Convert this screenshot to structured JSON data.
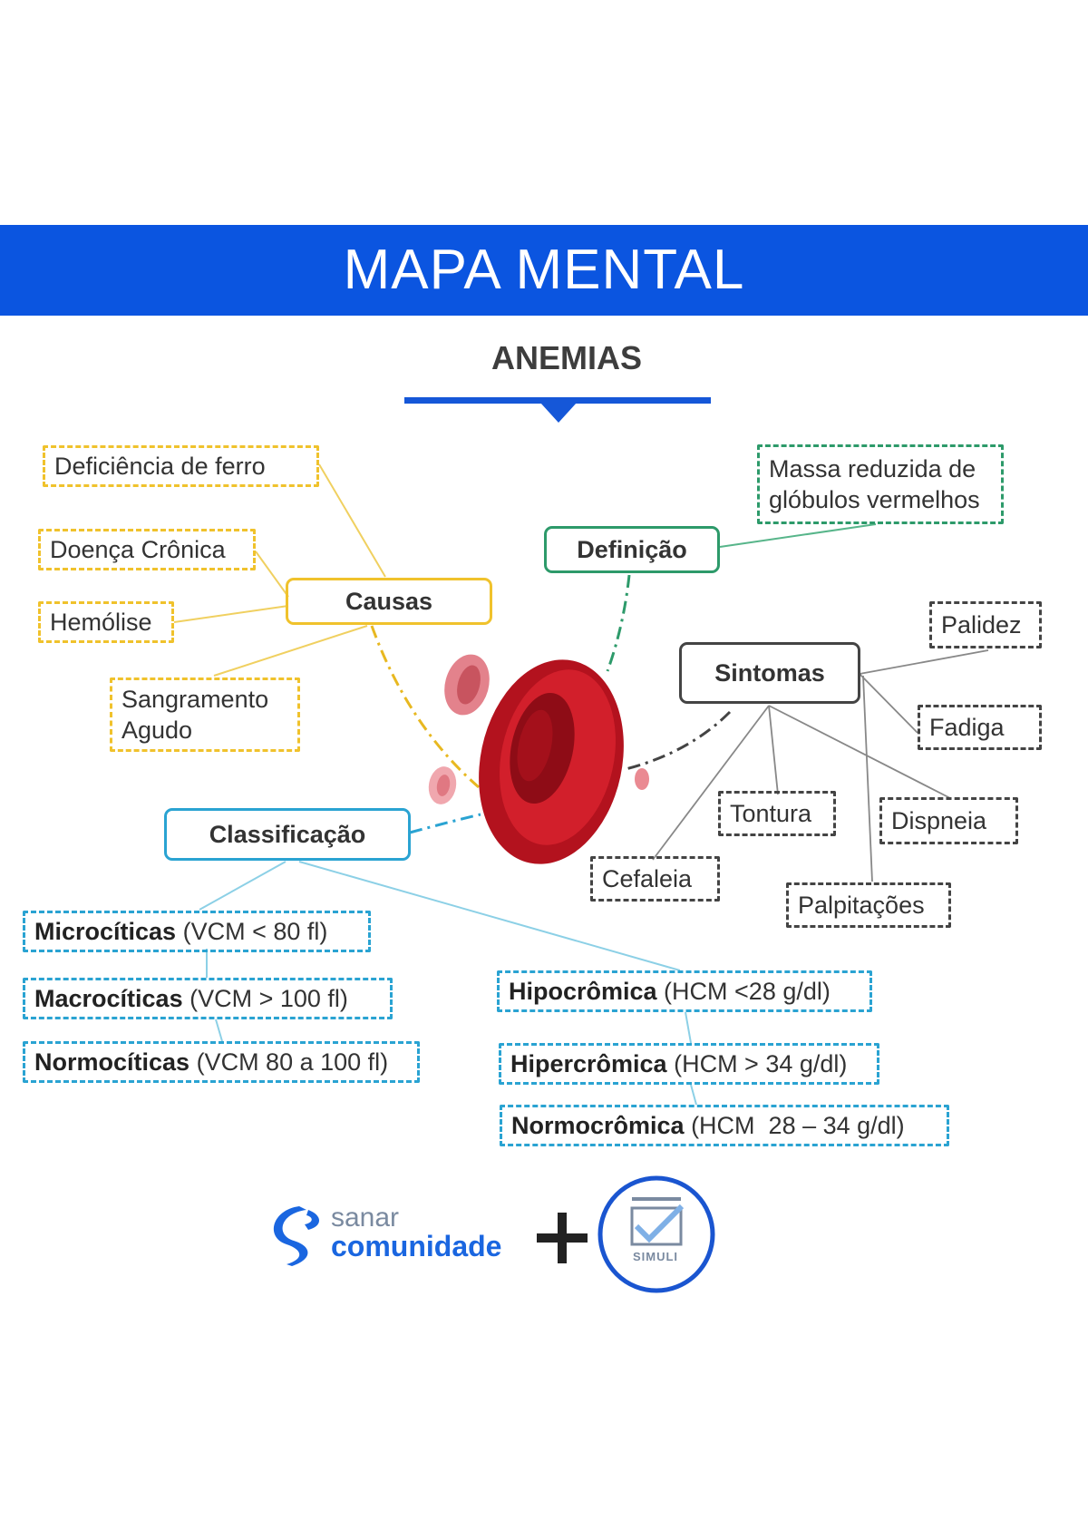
{
  "header": {
    "title": "MAPA MENTAL",
    "subtitle": "ANEMIAS"
  },
  "colors": {
    "banner": "#0b55e0",
    "causas": "#f0c22c",
    "definicao": "#2d9a6a",
    "sintomas": "#444444",
    "classificacao": "#2aa3d2",
    "cell": "#c0101e"
  },
  "causas": {
    "label": "Causas",
    "items": [
      "Deficiência de ferro",
      "Doença Crônica",
      "Hemólise",
      "Sangramento",
      "Agudo"
    ]
  },
  "definicao": {
    "label": "Definição",
    "line1": "Massa reduzida de",
    "line2": "glóbulos vermelhos"
  },
  "sintomas": {
    "label": "Sintomas",
    "items": [
      "Palidez",
      "Fadiga",
      "Tontura",
      "Dispneia",
      "Cefaleia",
      "Palpitações"
    ]
  },
  "classificacao": {
    "label": "Classificação",
    "vcm": [
      {
        "bold": "Microcíticas",
        "rest": " (VCM < 80 fl)"
      },
      {
        "bold": "Macrocíticas",
        "rest": " (VCM > 100 fl)"
      },
      {
        "bold": "Normocíticas",
        "rest": " (VCM 80 a 100 fl)"
      }
    ],
    "hcm": [
      {
        "bold": "Hipocrômica",
        "rest": " (HCM <28 g/dl)"
      },
      {
        "bold": "Hipercrômica",
        "rest": " (HCM > 34 g/dl)"
      },
      {
        "bold": "Normocrômica",
        "rest": " (HCM  28 – 34 g/dl)"
      }
    ]
  },
  "footer": {
    "brand_line1": "sanar",
    "brand_line2": "comunidade",
    "partner": "SIMULI",
    "plus_icon": "plus-icon",
    "check_icon": "checkbox-check-icon"
  }
}
